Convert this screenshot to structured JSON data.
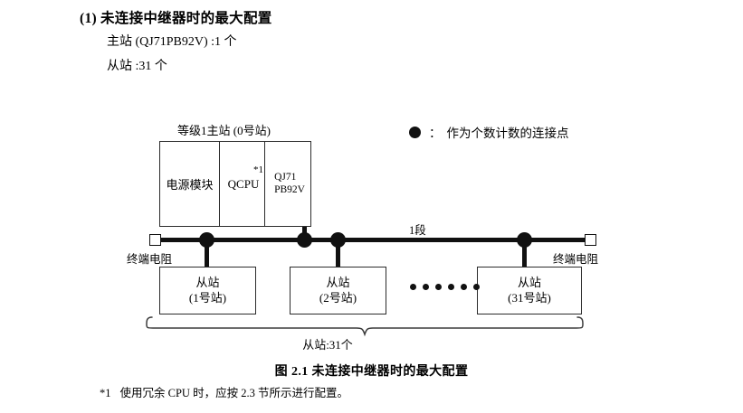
{
  "heading": {
    "number": "(1)",
    "title": "未连接中继器时的最大配置"
  },
  "spec_lines": {
    "master": "主站 (QJ71PB92V) :1 个",
    "slave": "从站 :31 个"
  },
  "legend": {
    "symbol": "filled-circle",
    "colon": "：",
    "text": "作为个数计数的连接点"
  },
  "diagram": {
    "master_label": "等级1主站 (0号站)",
    "master_modules": {
      "power": "电源模块",
      "cpu": "QCPU",
      "cpu_footnote": "*1",
      "network_line1": "QJ71",
      "network_line2": "PB92V"
    },
    "segment_label": "1段",
    "terminator_left": "终端电阻",
    "terminator_right": "终端电阻",
    "slaves": [
      {
        "name": "从站",
        "station": "(1号站)"
      },
      {
        "name": "从站",
        "station": "(2号站)"
      },
      {
        "name": "从站",
        "station": "(31号站)"
      }
    ],
    "ellipsis_dots": 6,
    "brace_label": "从站:31个"
  },
  "caption": "图 2.1  未连接中继器时的最大配置",
  "footnote": {
    "mark": "*1",
    "text": "使用冗余 CPU 时，应按 2.3 节所示进行配置。"
  },
  "colors": {
    "ink": "#111111",
    "box_stroke": "#2b2b2b",
    "background": "#ffffff"
  }
}
